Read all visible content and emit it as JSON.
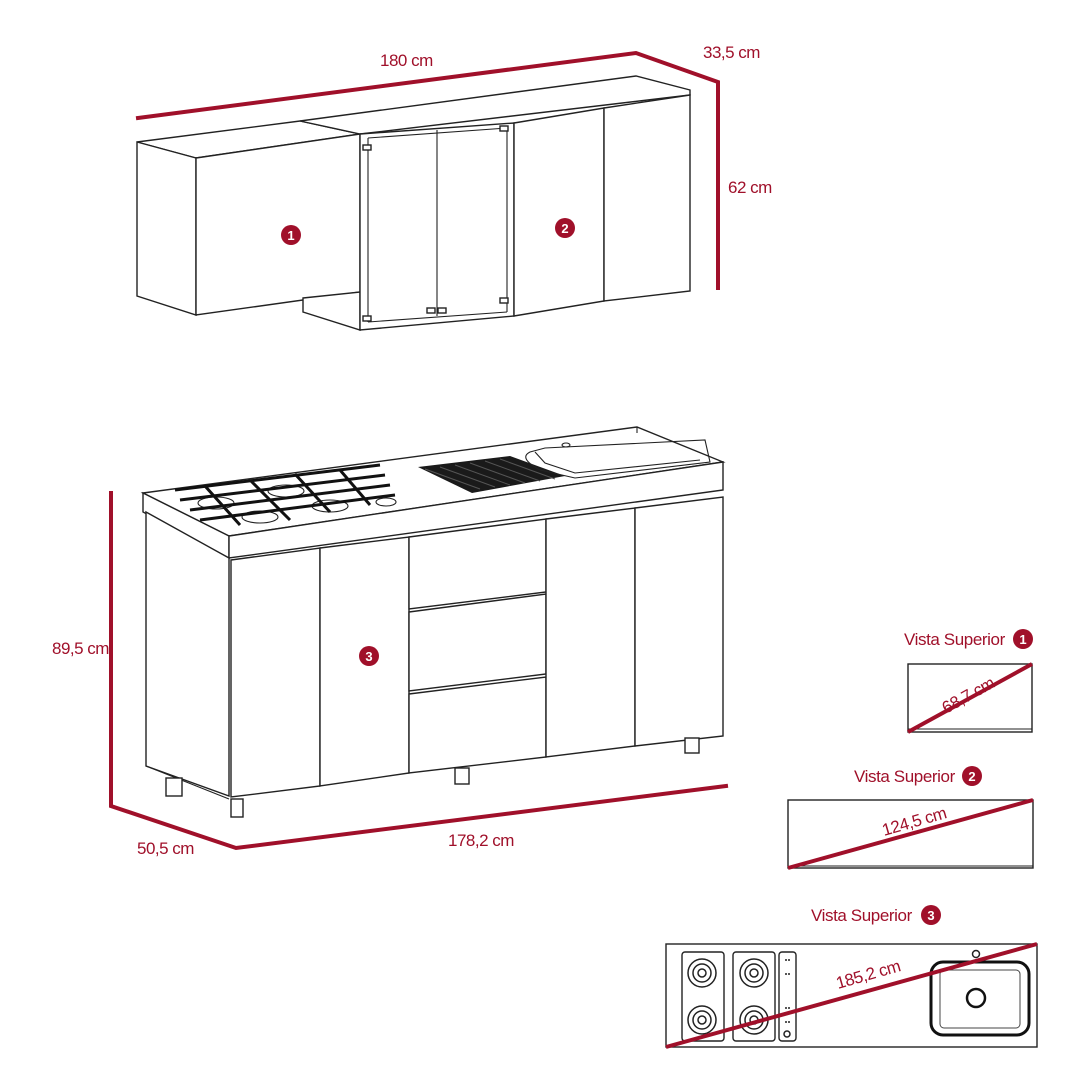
{
  "colors": {
    "accent": "#a0102a",
    "line": "#222222",
    "background": "#ffffff"
  },
  "upper_cabinets": {
    "width_label": "180 cm",
    "depth_label": "33,5 cm",
    "height_label": "62 cm",
    "badges": [
      {
        "number": "1"
      },
      {
        "number": "2"
      }
    ]
  },
  "base_cabinet": {
    "height_label": "89,5 cm",
    "depth_label": "50,5 cm",
    "width_label": "178,2 cm",
    "badge": {
      "number": "3"
    }
  },
  "top_views": [
    {
      "title": "Vista Superior",
      "badge": "1",
      "diagonal_label": "68,7 cm"
    },
    {
      "title": "Vista Superior",
      "badge": "2",
      "diagonal_label": "124,5 cm"
    },
    {
      "title": "Vista Superior",
      "badge": "3",
      "diagonal_label": "185,2 cm"
    }
  ]
}
